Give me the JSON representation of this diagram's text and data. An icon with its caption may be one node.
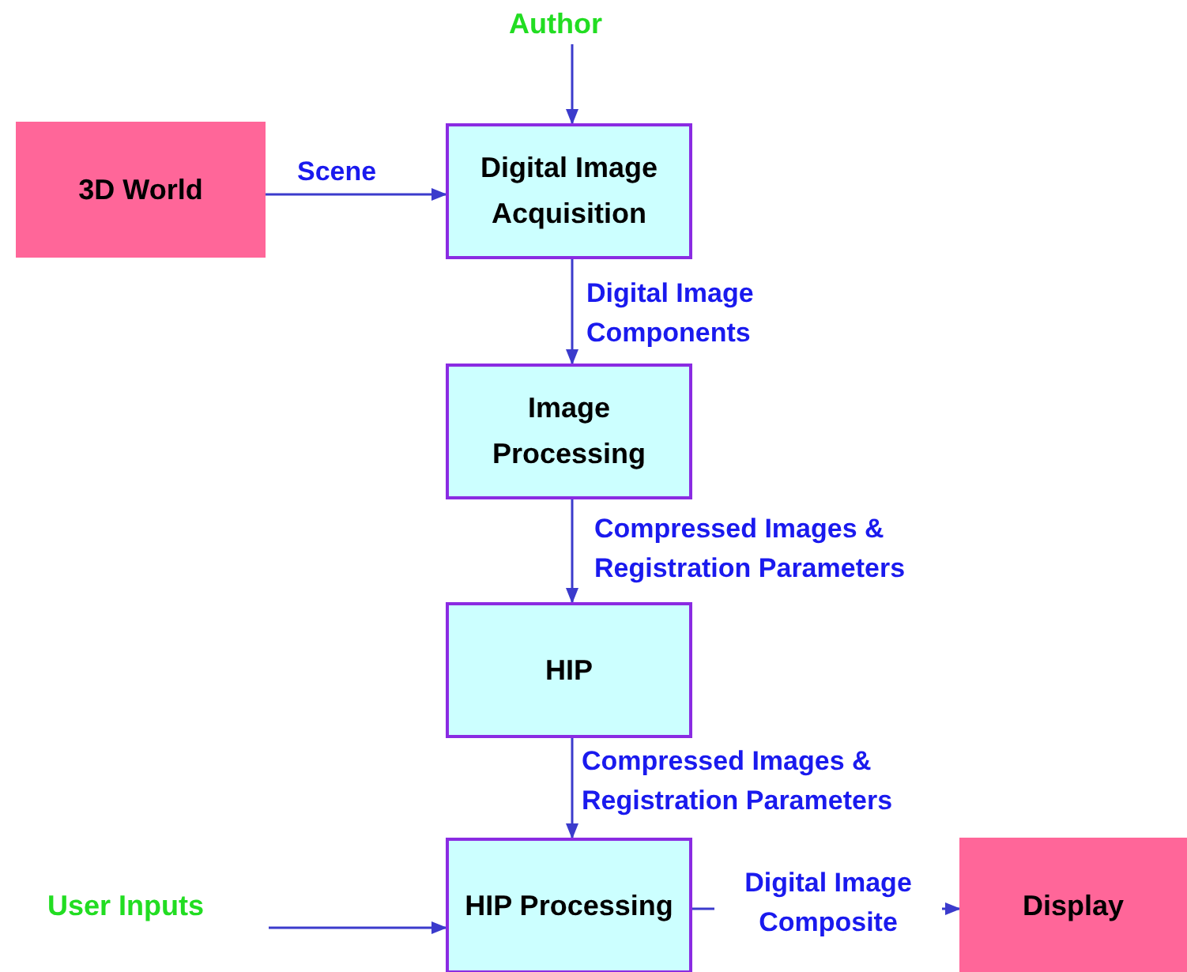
{
  "diagram": {
    "nodes": [
      {
        "text": [
          "Author"
        ]
      },
      {
        "text": [
          "3D World"
        ]
      },
      {
        "text": [
          "Digital Image Acquisition"
        ]
      },
      {
        "text": [
          "Image Processing"
        ]
      },
      {
        "text": [
          "HIP"
        ]
      },
      {
        "text": [
          "User Inputs"
        ]
      },
      {
        "text": [
          "HIP Processing"
        ]
      },
      {
        "text": [
          "Display"
        ]
      }
    ],
    "edges": [
      {
        "from": 0,
        "to": 2,
        "arrow": "to"
      },
      {
        "from": 1,
        "to": 2,
        "arrow": "to",
        "label": "Scene"
      },
      {
        "from": 2,
        "to": 3,
        "arrow": "to",
        "label": "Digital Image Components"
      },
      {
        "from": 3,
        "to": 4,
        "arrow": "to",
        "label": "Compressed Images & Registration Parameters"
      },
      {
        "from": 4,
        "to": 6,
        "arrow": "to",
        "label": "Compressed Images & Registration Parameters"
      },
      {
        "from": 5,
        "to": 6,
        "arrow": "to"
      },
      {
        "from": 6,
        "to": 7,
        "arrow": "to",
        "label": "Digital Image Composite"
      }
    ]
  }
}
